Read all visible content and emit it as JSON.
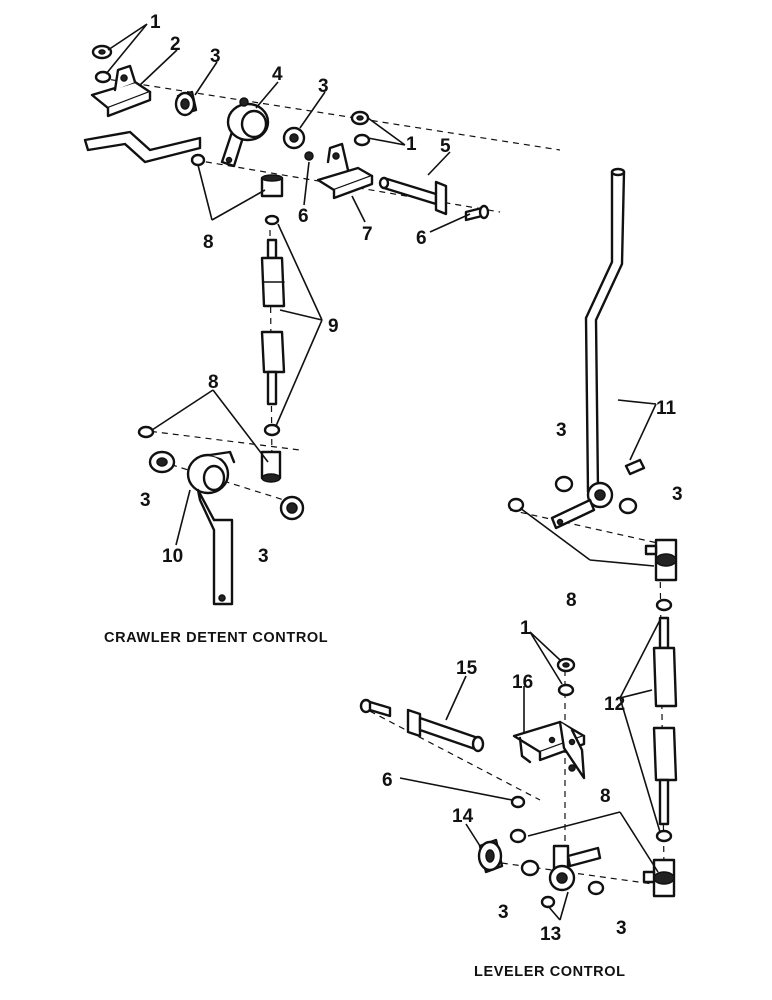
{
  "captions": {
    "crawler": "CRAWLER DETENT CONTROL",
    "leveler": "LEVELER CONTROL"
  },
  "callouts": {
    "c1": "1",
    "c2": "2",
    "c3a": "3",
    "c4": "4",
    "c3b": "3",
    "c1b": "1",
    "c5": "5",
    "c8a": "8",
    "c6a": "6",
    "c7": "7",
    "c6b": "6",
    "c9": "9",
    "c8b": "8",
    "c3c": "3",
    "c10": "10",
    "c3d": "3",
    "c11": "11",
    "c3e": "3",
    "c3f": "3",
    "c8c": "8",
    "c1c": "1",
    "c15": "15",
    "c16": "16",
    "c12": "12",
    "c6c": "6",
    "c14": "14",
    "c8d": "8",
    "c3g": "3",
    "c13": "13",
    "c3h": "3"
  }
}
